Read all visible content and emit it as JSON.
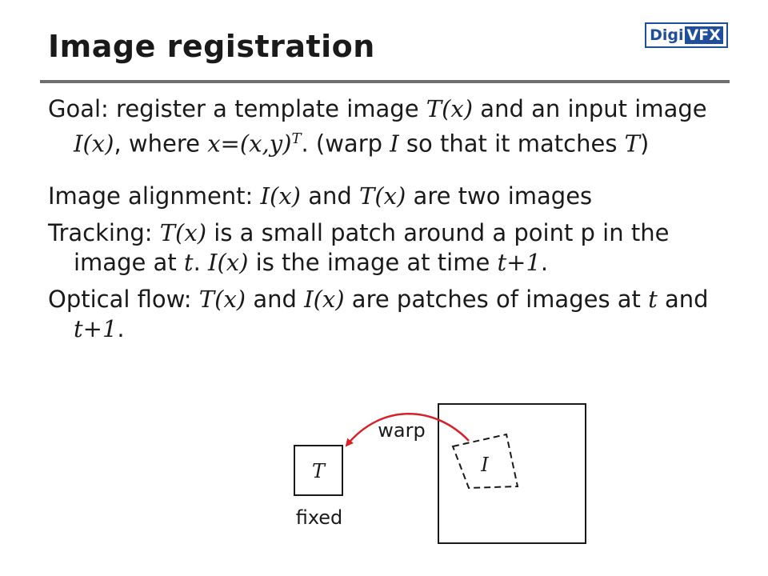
{
  "slide": {
    "title": "Image registration",
    "logo": {
      "part1": "Digi",
      "part2": "VFX"
    }
  },
  "goal": {
    "t1": "Goal: register a template image ",
    "m1": "T(x)",
    "t2": " and an input image ",
    "m2": "I(x)",
    "t3": ", where ",
    "m3": "x=(x,y)",
    "sup": "T",
    "t4": ". (warp ",
    "m4": "I",
    "t5": " so that it matches ",
    "m5": "T",
    "t6": ")"
  },
  "alignment": {
    "t1": "Image alignment: ",
    "m1": "I(x)",
    "t2": " and ",
    "m2": "T(x)",
    "t3": " are two images"
  },
  "tracking": {
    "t1": "Tracking: ",
    "m1": "T(x)",
    "t2": " is a small patch around a point p in the image at ",
    "m2": "t",
    "t3": ". ",
    "m3": "I(x)",
    "t4": " is the image at time ",
    "m4": "t+1",
    "t5": "."
  },
  "optical_flow": {
    "t1": "Optical flow: ",
    "m1": "T(x)",
    "t2": " and ",
    "m2": "I(x)",
    "t3": " are patches of images at ",
    "m3": "t",
    "t4": " and ",
    "m4": "t+1",
    "t5": "."
  },
  "diagram": {
    "template_label": "T",
    "fixed_label": "fixed",
    "input_label": "I",
    "warp_label": "warp",
    "arrow_color": "#d8202a"
  }
}
